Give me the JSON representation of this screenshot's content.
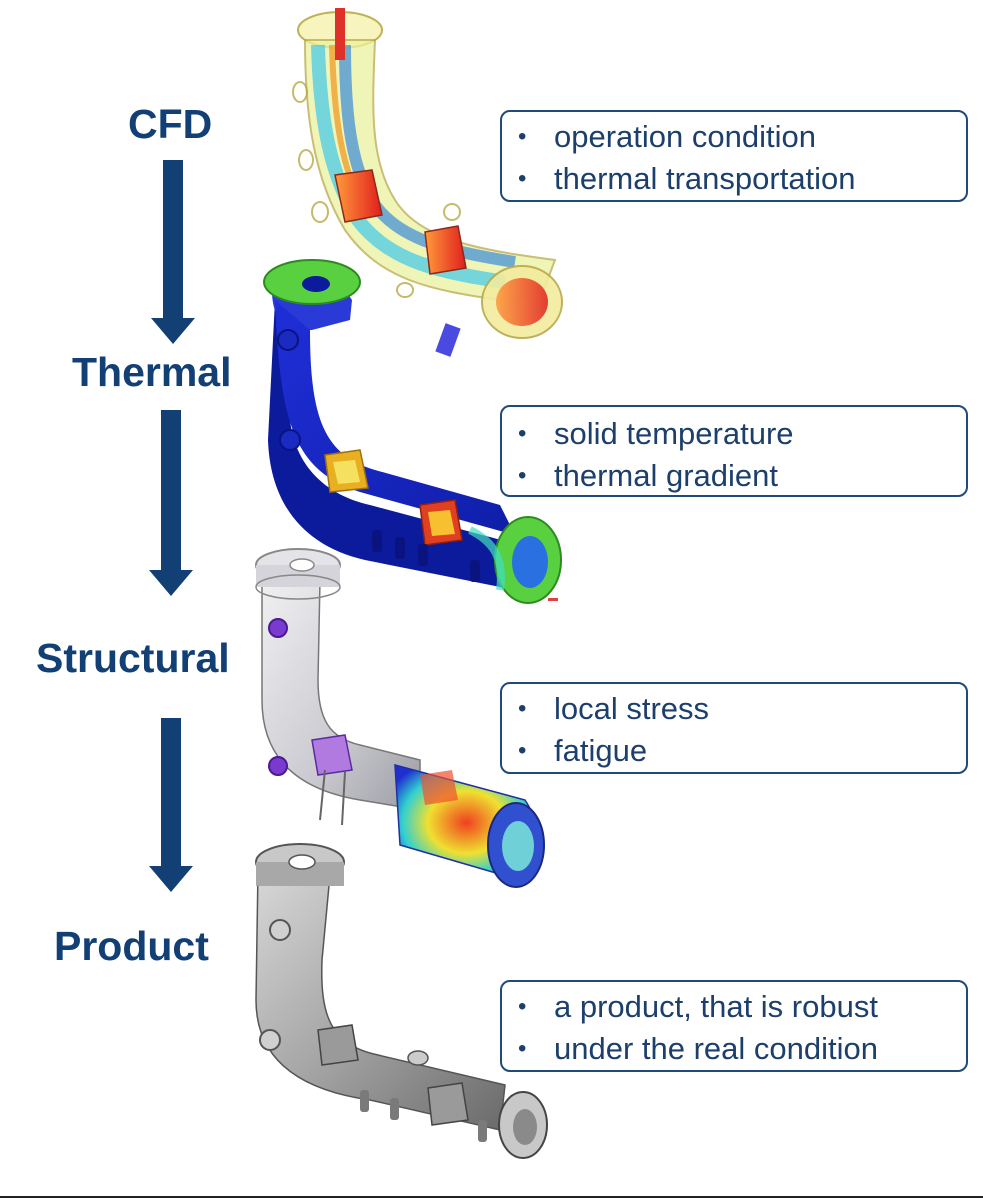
{
  "steps": [
    {
      "label": "CFD",
      "notes": [
        "operation condition",
        "thermal transportation"
      ]
    },
    {
      "label": "Thermal",
      "notes": [
        "solid temperature",
        "thermal gradient"
      ]
    },
    {
      "label": "Structural",
      "notes": [
        "local stress",
        "fatigue"
      ]
    },
    {
      "label": "Product",
      "notes": [
        "a product, that is robust",
        "under the real condition"
      ]
    }
  ],
  "colors": {
    "label": "#123f74",
    "arrow": "#123f74",
    "box_border": "#1f4a7a",
    "box_text": "#1c3f6b"
  },
  "icons": [
    "cfd-pipe-model",
    "thermal-pipe-model",
    "structural-pipe-model",
    "product-pipe-model"
  ]
}
